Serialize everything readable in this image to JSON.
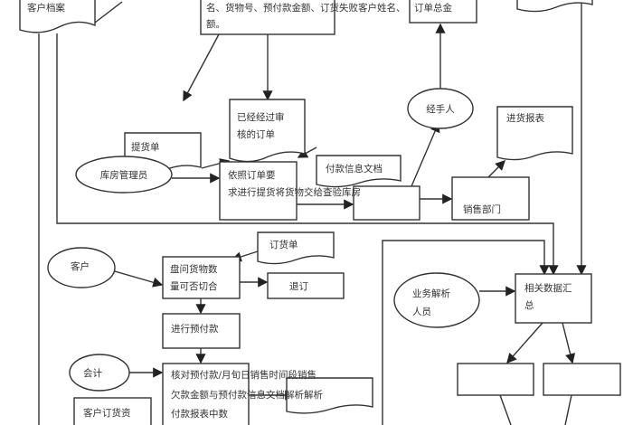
{
  "nodes": {
    "customer_file": "客户档案",
    "top_box": [
      "名、货物号、预付款金额、订货失败客户姓名、",
      "额。"
    ],
    "order_total": "订单总金",
    "reviewed_order": [
      "已经经过审",
      "核的订单"
    ],
    "pickup_note": "提货单",
    "payment_doc": "付款信息文档",
    "handler": "经手人",
    "purchase_report": "进货报表",
    "warehouse_admin": "库房管理员",
    "pickup_process": [
      "依照订单要",
      "求进行提货将货物交给查验库房"
    ],
    "sales_dept": "销售部门",
    "order_form": "订货单",
    "customer": "客户",
    "inquiry": [
      "盘问货物数",
      "量可否切合"
    ],
    "cancel": "退订",
    "prepay": "进行预付款",
    "accountant": "会计",
    "verify": [
      "核对预付款/月旬日销售时间段销售",
      "欠款金额与预付款信息文档解析解析",
      "付款报表中数"
    ],
    "analyst": [
      "业务解析",
      "人员"
    ],
    "summary": [
      "相关数据汇",
      "总"
    ],
    "customer_order_info": "客户订货资"
  }
}
